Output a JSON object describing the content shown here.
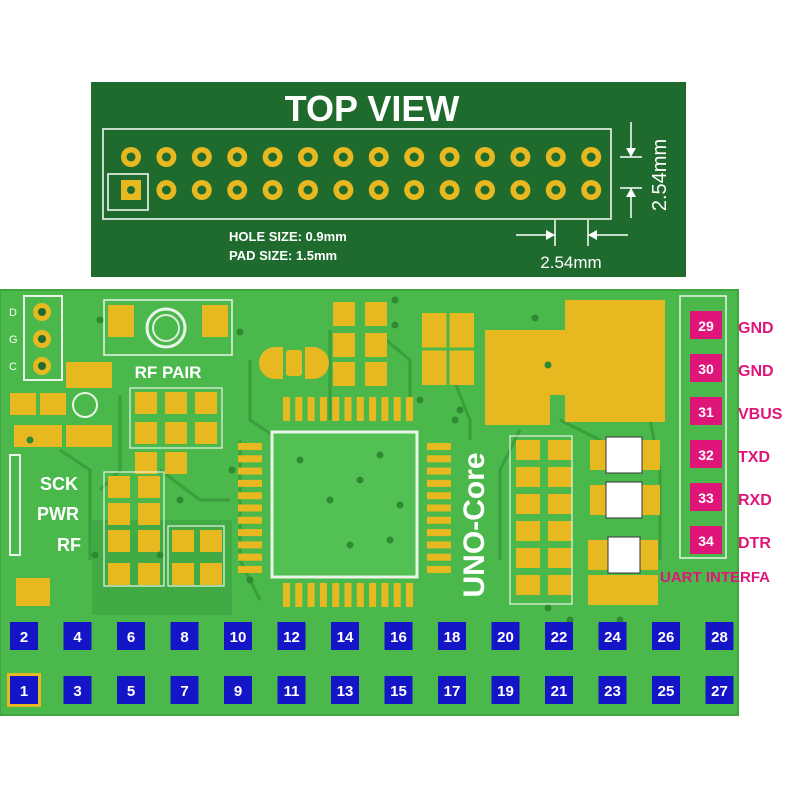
{
  "top_view": {
    "title": "TOP VIEW",
    "hole_size": "HOLE SIZE: 0.9mm",
    "pad_size": "PAD SIZE: 1.5mm",
    "pitch_vertical": "2.54mm",
    "pitch_horizontal": "2.54mm"
  },
  "board": {
    "label": "UNO-Core",
    "rf_pair": "RF PAIR",
    "dgc": [
      "D",
      "G",
      "C"
    ],
    "leds": [
      "SCK",
      "PWR",
      "RF"
    ]
  },
  "pins_top": [
    "2",
    "4",
    "6",
    "8",
    "10",
    "12",
    "14",
    "16",
    "18",
    "20",
    "22",
    "24",
    "26",
    "28"
  ],
  "pins_bottom": [
    "1",
    "3",
    "5",
    "7",
    "9",
    "11",
    "13",
    "15",
    "17",
    "19",
    "21",
    "23",
    "25",
    "27"
  ],
  "uart": {
    "title": "UART INTERFA",
    "pins": [
      {
        "num": "29",
        "label": "GND"
      },
      {
        "num": "30",
        "label": "GND"
      },
      {
        "num": "31",
        "label": "VBUS"
      },
      {
        "num": "32",
        "label": "TXD"
      },
      {
        "num": "33",
        "label": "RXD"
      },
      {
        "num": "34",
        "label": "DTR"
      }
    ]
  },
  "colors": {
    "top_bg": "#1f6b2d",
    "board_bg": "#4bb84b",
    "pad_gold": "#e8b820",
    "pin_blue": "#1515c8",
    "uart_pink": "#e0157a"
  }
}
